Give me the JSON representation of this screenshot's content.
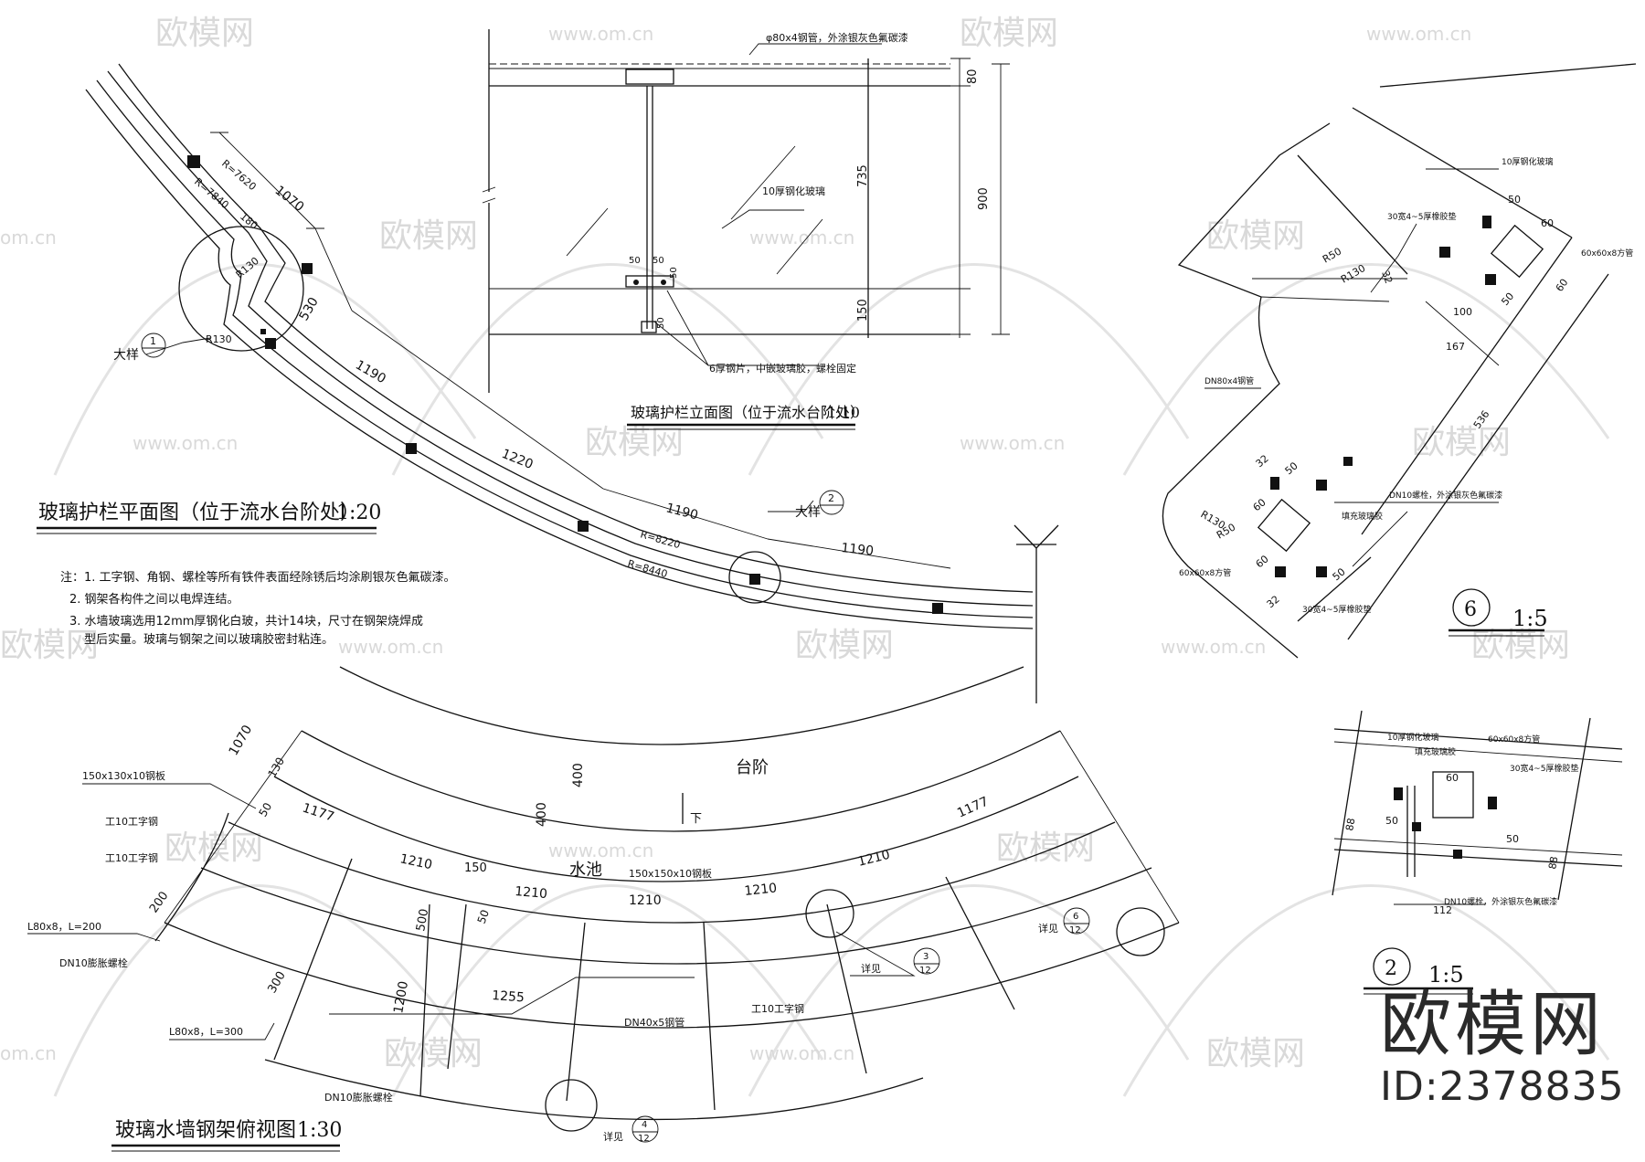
{
  "watermark": {
    "logo_text": "欧模网",
    "site_text": "www.om.cn",
    "short_text": "om.cn"
  },
  "brand": {
    "name": "欧模网",
    "id_text": "ID:2378835"
  },
  "plan_view": {
    "title": "玻璃护栏平面图（位于流水台阶处）",
    "scale": "1:20",
    "dims": [
      "1070",
      "530",
      "1190",
      "1220",
      "1190",
      "1190"
    ],
    "radii": [
      "R=7620",
      "R=7840",
      "R130",
      "R130",
      "R=8220",
      "R=8440"
    ],
    "small_dim": "180",
    "detail_label": "大样",
    "detail_1": "1",
    "detail_2": "2",
    "notes_title": "注：",
    "notes": [
      "1. 工字钢、角钢、螺栓等所有铁件表面经除锈后均涂刷银灰色氟碳漆。",
      "2. 钢架各构件之间以电焊连结。",
      "3. 水墙玻璃选用12mm厚钢化白玻，共计14块，尺寸在钢架烧焊成",
      "型后实量。玻璃与钢架之间以玻璃胶密封粘连。"
    ]
  },
  "elevation": {
    "title": "玻璃护栏立面图（位于流水台阶处）",
    "scale": "1:10",
    "top_label": "φ80x4钢管，外涂银灰色氟碳漆",
    "glass_label": "10厚钢化玻璃",
    "plate_label": "6厚钢片，中嵌玻璃胶，螺栓固定",
    "dims_right": [
      "80",
      "735",
      "150",
      "900"
    ],
    "dims_small": [
      "50",
      "50",
      "50",
      "50"
    ]
  },
  "detail6": {
    "number": "6",
    "scale": "1:5",
    "labels": [
      "10厚钢化玻璃",
      "30宽4~5厚橡胶垫",
      "60x60x8方管",
      "DN80x4钢管",
      "DN10螺栓，外涂银灰色氟碳漆",
      "填充玻璃胶",
      "60x60x8方管",
      "30宽4~5厚橡胶垫"
    ],
    "dims": [
      "50",
      "60",
      "R50",
      "R130",
      "32",
      "100",
      "50",
      "60",
      "167",
      "536",
      "32",
      "50",
      "60",
      "R130",
      "R50",
      "60",
      "50",
      "32"
    ]
  },
  "detail2": {
    "number": "2",
    "scale": "1:5",
    "labels": [
      "10厚钢化玻璃",
      "填充玻璃胶",
      "60x60x8方管",
      "30宽4~5厚橡胶垫",
      "DN10螺栓，外涂银灰色氟碳漆"
    ],
    "dims": [
      "60",
      "88",
      "50",
      "50",
      "88",
      "112"
    ]
  },
  "top_view": {
    "title": "玻璃水墙钢架俯视图",
    "scale": "1:30",
    "area_step": "台阶",
    "area_pool": "水池",
    "down": "下",
    "labels": [
      "150x130x10钢板",
      "工10工字钢",
      "工10工字钢",
      "L80x8，L=200",
      "DN10膨胀螺栓",
      "L80x8，L=300",
      "DN10膨胀螺栓",
      "150x150x10钢板",
      "DN40x5钢管",
      "工10工字钢"
    ],
    "dims": [
      "1070",
      "130",
      "50",
      "1177",
      "400",
      "400",
      "1210",
      "150",
      "1210",
      "1210",
      "1210",
      "1210",
      "1177",
      "50",
      "500",
      "200",
      "300",
      "1200",
      "1255"
    ],
    "see": "详见",
    "refs": [
      {
        "num": "6",
        "sheet": "12"
      },
      {
        "num": "3",
        "sheet": "12"
      },
      {
        "num": "4",
        "sheet": "12"
      }
    ]
  }
}
